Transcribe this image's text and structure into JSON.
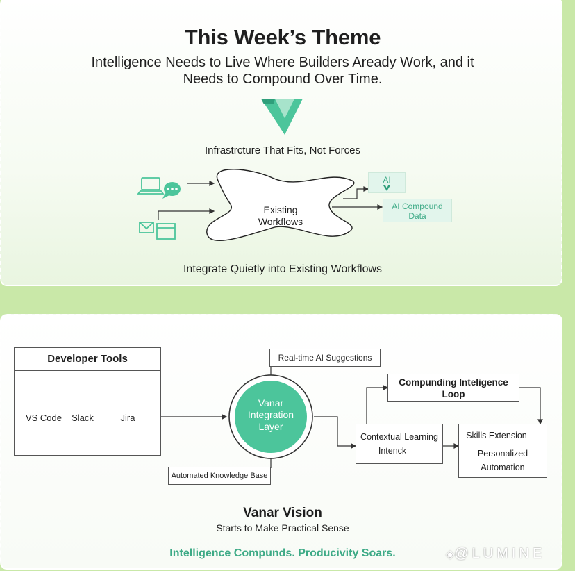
{
  "header": {
    "title": "This Week’s Theme",
    "subtitle_line1": "Intelligence Needs to Live Where Builders Aready Work, and it",
    "subtitle_line2": "Needs to Compound Over Time."
  },
  "top_diagram": {
    "tagline": "Infrastrcture That Fits, Not Forces",
    "center_label_line1": "Existing",
    "center_label_line2": "Workflows",
    "ai_box_label": "AI",
    "compound_box_line1": "AI Compound",
    "compound_box_line2": "Data",
    "caption": "Integrate Quietly into Existing Workflows"
  },
  "bottom_diagram": {
    "developer_tools": {
      "title": "Developer Tools",
      "tools": [
        {
          "label": "VS Code",
          "icon": "vscode-icon"
        },
        {
          "label": "Slack",
          "icon": "chat-icon"
        },
        {
          "label": "Jira",
          "icon": "jira-icon",
          "icon_text": "Jira"
        }
      ]
    },
    "suggestions_label": "Real-time AI Suggestions",
    "integration_line1": "Vanar",
    "integration_line2": "Integration",
    "integration_line3": "Layer",
    "knowledge_label": "Automated Knowledge Base",
    "loop_line1": "Compunding Inteligence",
    "loop_line2": "Loop",
    "contextual_line1": "Contextual Learning",
    "contextual_line2": "Intenck",
    "skills_title": "Skills Extension",
    "skills_line1": "Personalized",
    "skills_line2": "Automation",
    "vision_title": "Vanar Vision",
    "vision_sub": "Starts to Make Practical Sense",
    "footer_tagline": "Intelligence Compunds. Producivity Soars.",
    "watermark": "@LUMINE"
  },
  "colors": {
    "accent": "#4cc59b",
    "accent_dark": "#2f9f7b",
    "background": "#c9e8a8"
  }
}
